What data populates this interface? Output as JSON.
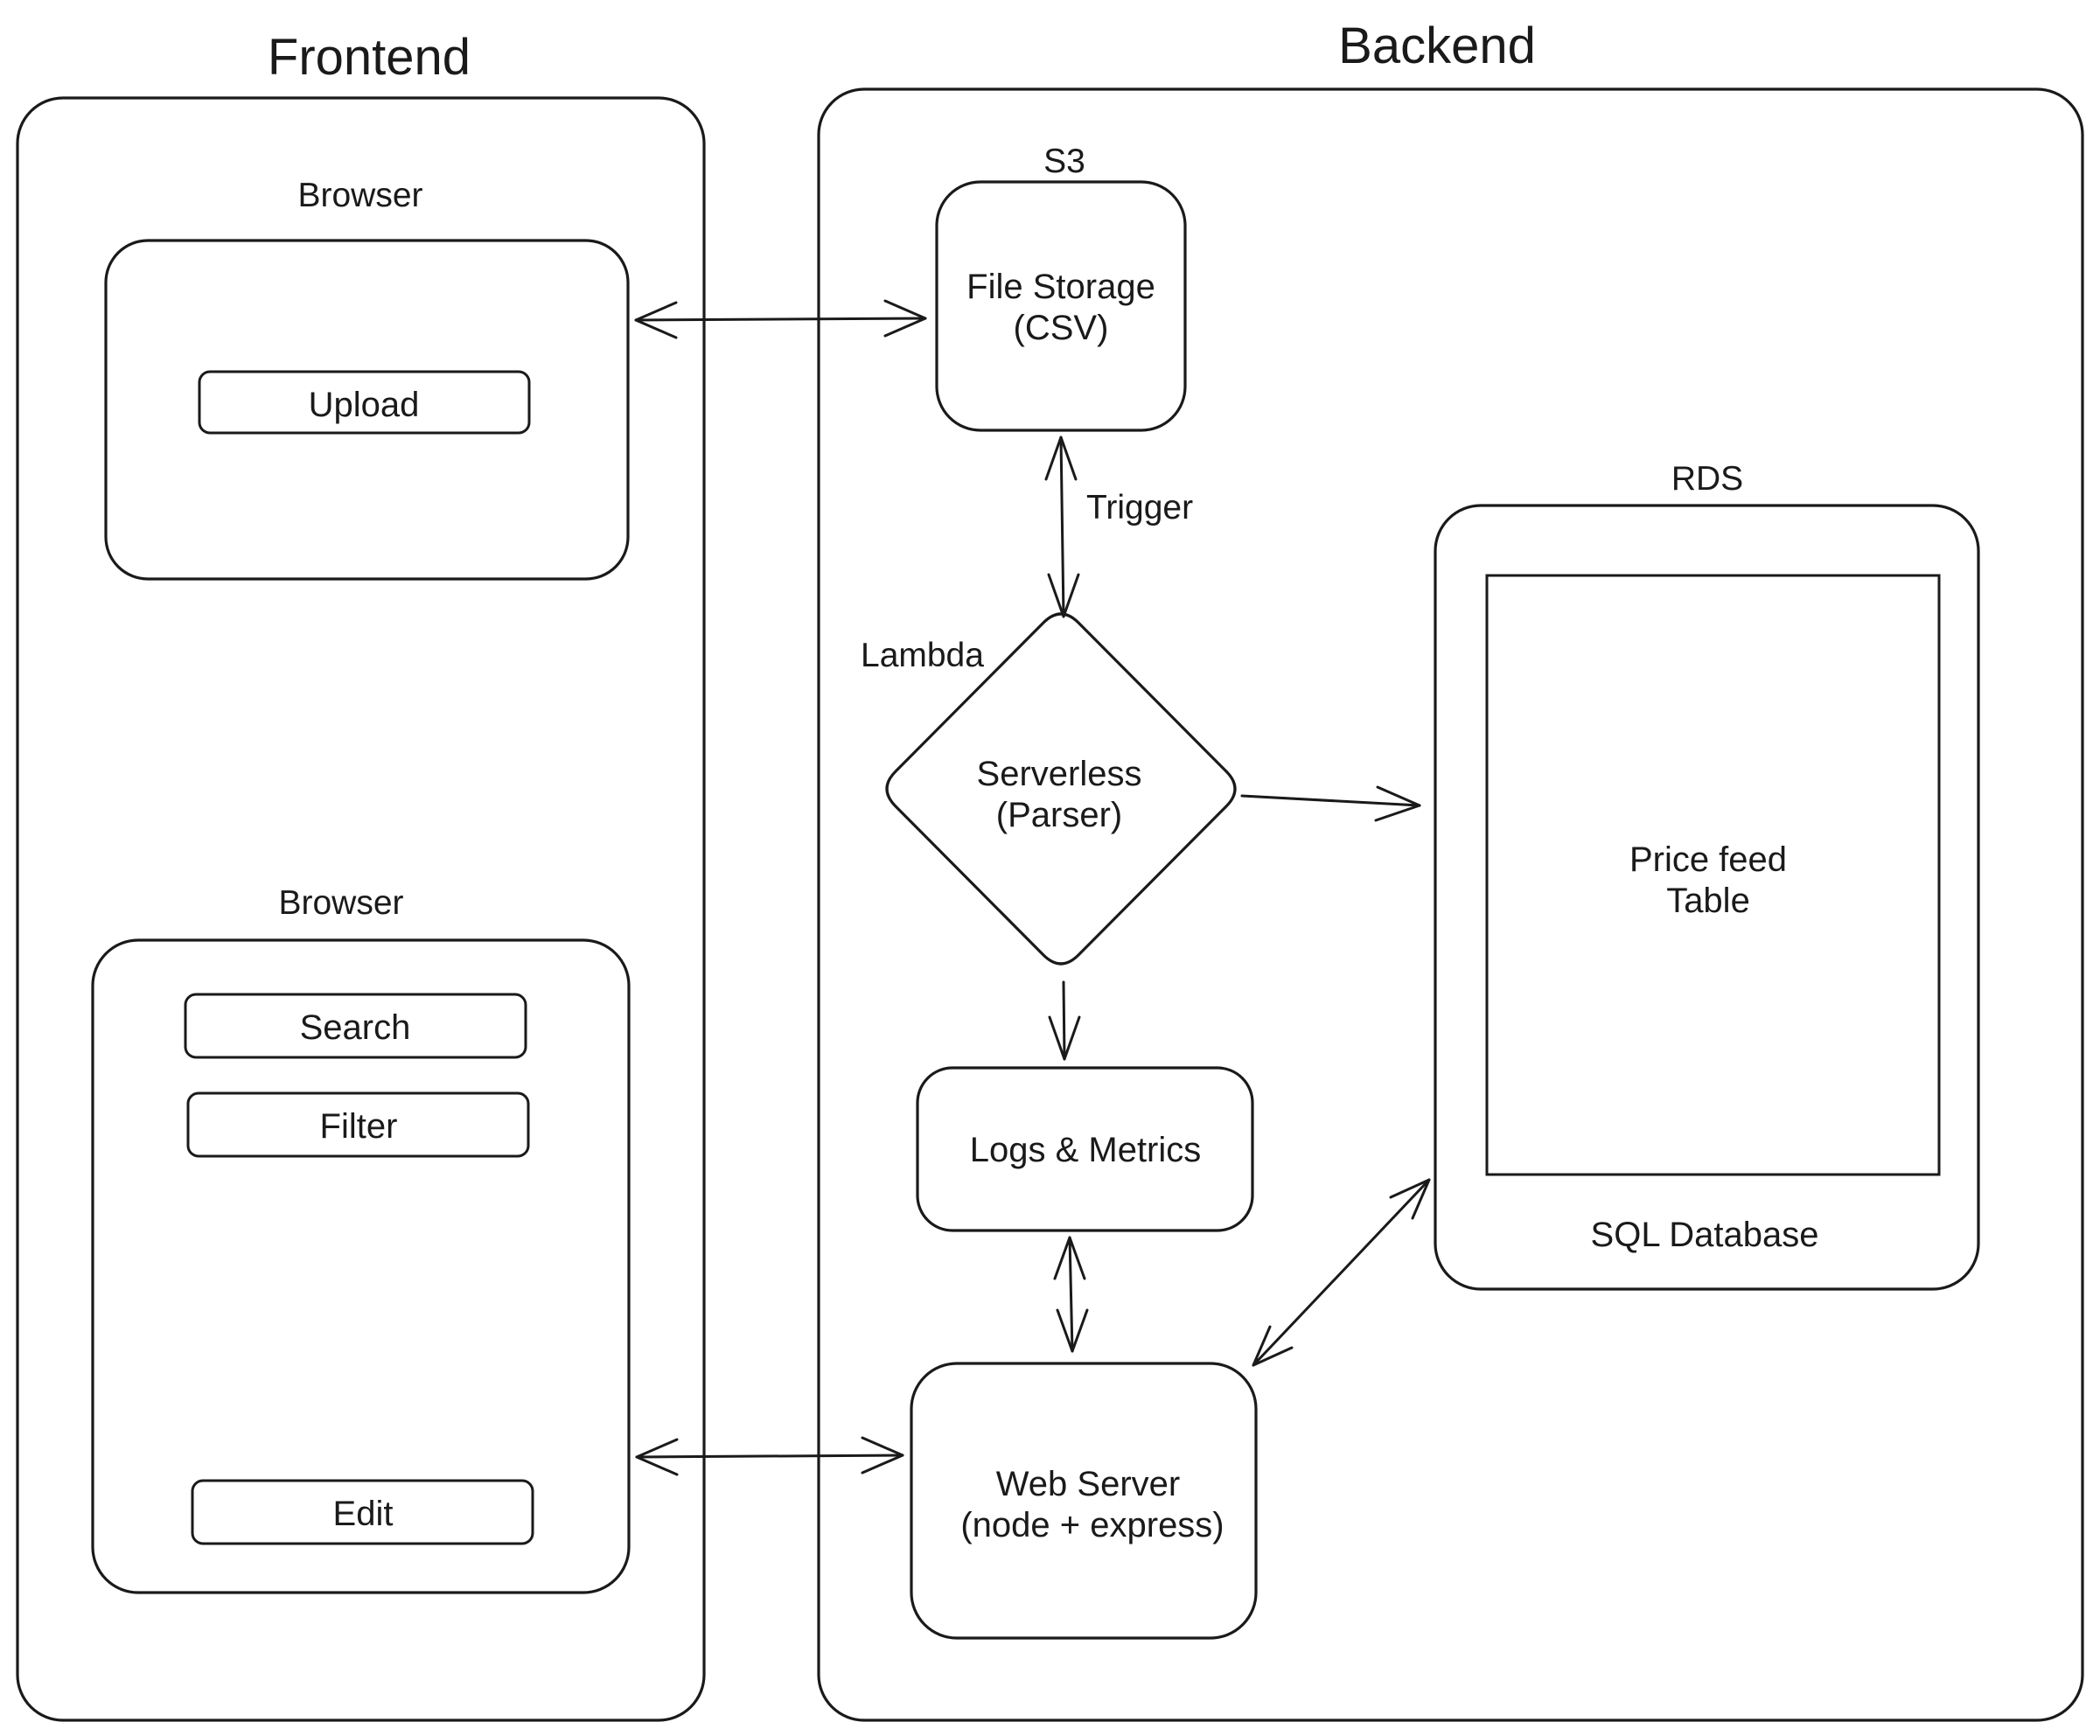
{
  "frontend": {
    "title": "Frontend",
    "browser_upload": {
      "label": "Browser",
      "buttons": [
        "Upload"
      ]
    },
    "browser_query": {
      "label": "Browser",
      "buttons": [
        "Search",
        "Filter",
        "Edit"
      ]
    }
  },
  "backend": {
    "title": "Backend",
    "s3": {
      "label": "S3",
      "lines": [
        "File Storage",
        "(CSV)"
      ]
    },
    "trigger_label": "Trigger",
    "lambda": {
      "label": "Lambda",
      "lines": [
        "Serverless",
        "(Parser)"
      ]
    },
    "logs": {
      "lines": [
        "Logs & Metrics"
      ]
    },
    "web_server": {
      "lines": [
        "Web Server",
        "(node + express)"
      ]
    },
    "rds": {
      "label": "RDS",
      "table_lines": [
        "Price feed",
        "Table"
      ],
      "footer": "SQL Database"
    }
  },
  "connections": [
    {
      "from": "browser-upload",
      "to": "s3",
      "direction": "both"
    },
    {
      "from": "s3",
      "to": "lambda",
      "direction": "both",
      "label": "Trigger"
    },
    {
      "from": "lambda",
      "to": "rds",
      "direction": "forward"
    },
    {
      "from": "lambda",
      "to": "logs",
      "direction": "forward"
    },
    {
      "from": "logs",
      "to": "web-server",
      "direction": "both"
    },
    {
      "from": "web-server",
      "to": "rds",
      "direction": "both"
    },
    {
      "from": "browser-query",
      "to": "web-server",
      "direction": "both"
    }
  ],
  "colors": {
    "stroke": "#1a1a1a",
    "background": "#ffffff"
  }
}
